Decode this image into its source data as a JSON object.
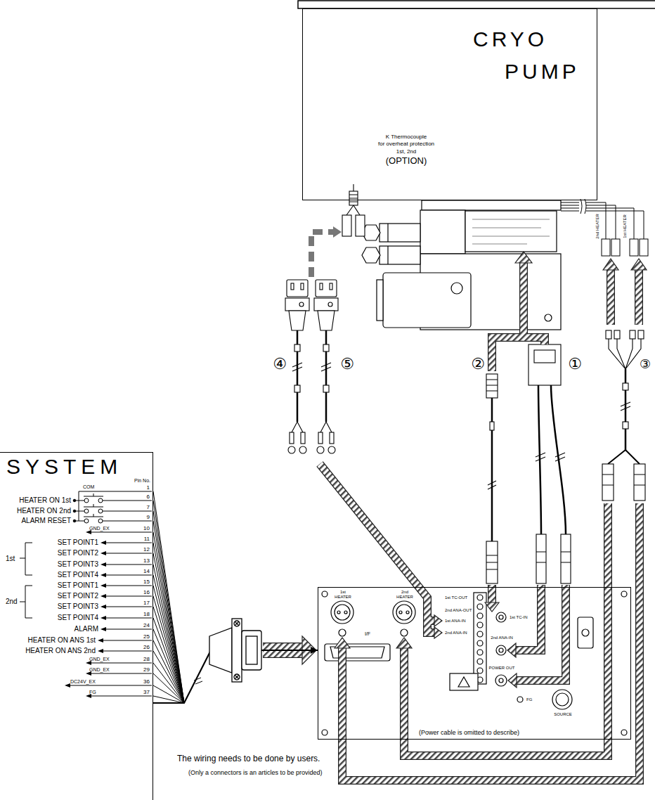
{
  "diagram": {
    "nodes": [
      {
        "text": [
          "CRYO PUMP"
        ]
      },
      {
        "text": [
          "SYSTEM"
        ]
      },
      {
        "text": [
          "1st HEATER",
          "2nd HEATER",
          "I/F",
          "1st TC-OUT",
          "2nd ANA-OUT",
          "1st ANA-IN",
          "2nd ANA-IN",
          "1st TC-IN",
          "2nd ANA-IN",
          "POWER OUT",
          "FG",
          "SOURCE",
          "(Power cable is omitted to describe)"
        ]
      }
    ],
    "edges": [
      {
        "from": 1,
        "to": 2,
        "arrow": "to"
      }
    ],
    "labels": [
      "K Thermocouple",
      "for overheat protection",
      "1st, 2nd",
      "(OPTION)",
      "2nd HEATER",
      "1st HEATER",
      "④",
      "⑤",
      "②",
      "①",
      "③",
      "Pin No.",
      "COM",
      "1",
      "HEATER ON 1st",
      "6",
      "HEATER ON 2nd",
      "7",
      "ALARM RESET",
      "9",
      "GND_EX",
      "10",
      "SET POINT1",
      "11",
      "1st",
      "SET POINT2",
      "12",
      "SET POINT3",
      "13",
      "SET POINT4",
      "14",
      "SET POINT1",
      "15",
      "SET POINT2",
      "16",
      "2nd",
      "SET POINT3",
      "17",
      "SET POINT4",
      "18",
      "ALARM",
      "24",
      "HEATER ON ANS 1st",
      "25",
      "HEATER ON ANS 2nd",
      "26",
      "GND_EX",
      "28",
      "GND_EX",
      "29",
      "DC24V_EX",
      "36",
      "FG",
      "37",
      "The wiring needs to be done by users.",
      "(Only a connectors is an articles to be provided)"
    ]
  }
}
